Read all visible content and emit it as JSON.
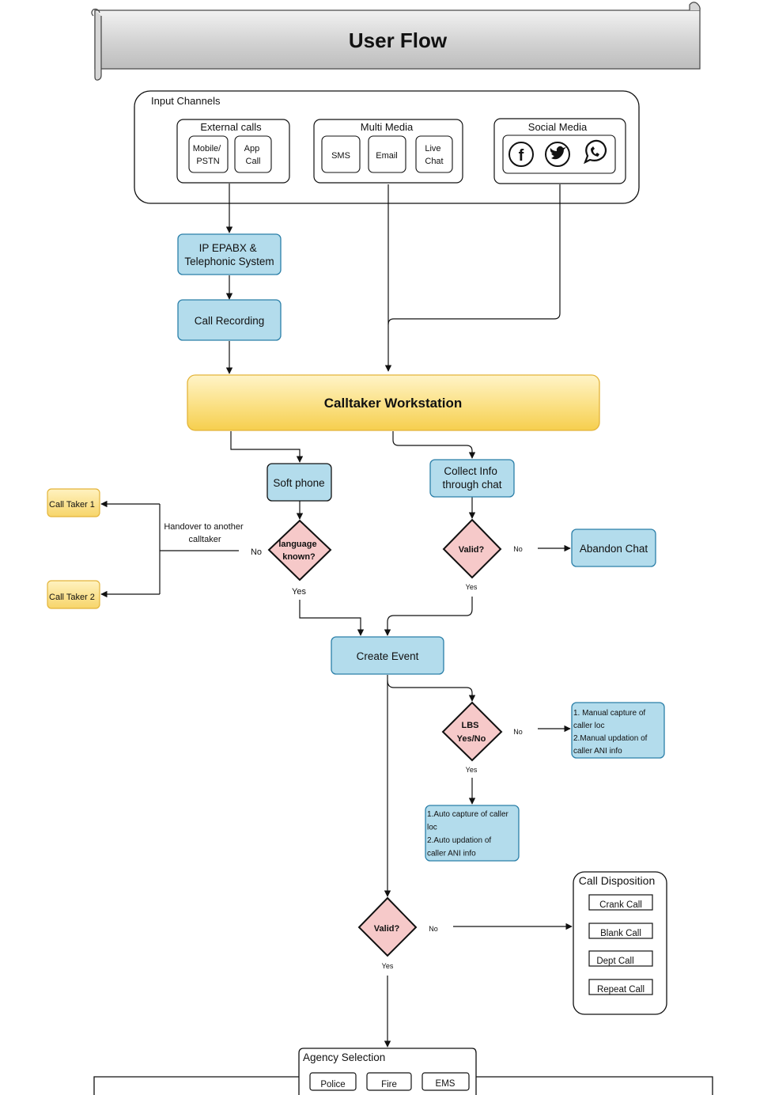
{
  "banner": {
    "title": "User Flow"
  },
  "input_channels": {
    "title": "Input Channels",
    "external_calls": {
      "title": "External calls",
      "items": [
        [
          "Mobile/",
          "PSTN"
        ],
        [
          "App",
          "Call"
        ]
      ]
    },
    "multi_media": {
      "title": "Multi Media",
      "items": [
        [
          "SMS"
        ],
        [
          "Email"
        ],
        [
          "Live",
          "Chat"
        ]
      ]
    },
    "social_media": {
      "title": "Social Media",
      "icons": [
        "facebook-icon",
        "twitter-icon",
        "whatsapp-icon"
      ]
    }
  },
  "nodes": {
    "ip_epabx": [
      "IP EPABX &",
      "Telephonic System"
    ],
    "call_recording": "Call Recording",
    "workstation": "Calltaker Workstation",
    "soft_phone": "Soft phone",
    "collect_info": [
      "Collect Info",
      "through chat"
    ],
    "language_known": [
      "language",
      "known?"
    ],
    "valid_chat": "Valid?",
    "abandon_chat": "Abandon Chat",
    "call_taker_1": "Call Taker 1",
    "call_taker_2": "Call Taker 2",
    "handover": [
      "Handover to another",
      "calltaker"
    ],
    "create_event": "Create Event",
    "lbs": [
      "LBS",
      "Yes/No"
    ],
    "manual_capture": [
      "1. Manual capture of",
      "caller loc",
      "2.Manual updation of",
      "caller ANI info"
    ],
    "auto_capture": [
      "1.Auto capture of caller",
      "loc",
      "2.Auto updation of",
      "caller ANI info"
    ],
    "valid_event": "Valid?"
  },
  "labels": {
    "yes": "Yes",
    "no": "No"
  },
  "call_disposition": {
    "title": "Call Disposition",
    "items": [
      "Crank Call",
      "Blank Call",
      "Dept Call",
      "Repeat Call"
    ]
  },
  "agency_selection": {
    "title": "Agency Selection",
    "items": [
      "Police",
      "Fire",
      "EMS"
    ]
  },
  "colors": {
    "blue_box": "#b3dcec",
    "blue_border": "#2b7fa8",
    "yellow_box": "#fbe39a",
    "pink_diamond": "#f6c9c9"
  }
}
